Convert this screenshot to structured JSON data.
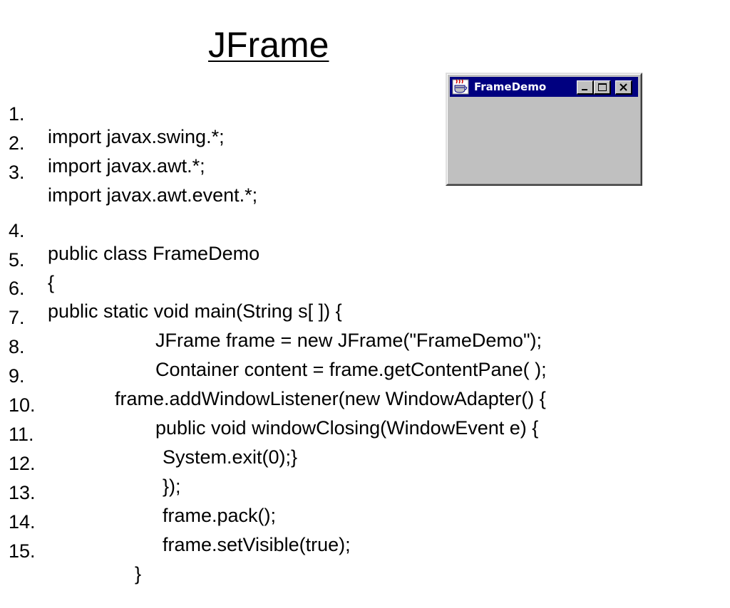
{
  "slide": {
    "title": "JFrame"
  },
  "window": {
    "title": "FrameDemo",
    "minimize_icon": "minimize-icon",
    "maximize_icon": "maximize-icon",
    "close_icon": "close-icon",
    "titlebar_color": "#000080",
    "body_color": "#c0c0c0"
  },
  "code": {
    "lines": [
      {
        "num": "1.",
        "text": "import javax.swing.*;"
      },
      {
        "num": "2.",
        "text": "import javax.awt.*;"
      },
      {
        "num": "3.",
        "text": "import javax.awt.event.*;"
      },
      {
        "num": "4.",
        "text": "public class FrameDemo"
      },
      {
        "num": "5.",
        "text": "{"
      },
      {
        "num": "6.",
        "text": "public static void main(String s[ ]) {"
      },
      {
        "num": "7.",
        "text": "JFrame frame = new JFrame(\"FrameDemo\");"
      },
      {
        "num": "8.",
        "text": "Container content = frame.getContentPane( );"
      },
      {
        "num": "9.",
        "text": "frame.addWindowListener(new WindowAdapter() {"
      },
      {
        "num": "10.",
        "text": "public void windowClosing(WindowEvent e) {"
      },
      {
        "num": "11.",
        "text": "System.exit(0);}"
      },
      {
        "num": "12.",
        "text": "});"
      },
      {
        "num": "13.",
        "text": "frame.pack();"
      },
      {
        "num": "14.",
        "text": "frame.setVisible(true);"
      },
      {
        "num": "15.",
        "text": "}"
      }
    ]
  }
}
